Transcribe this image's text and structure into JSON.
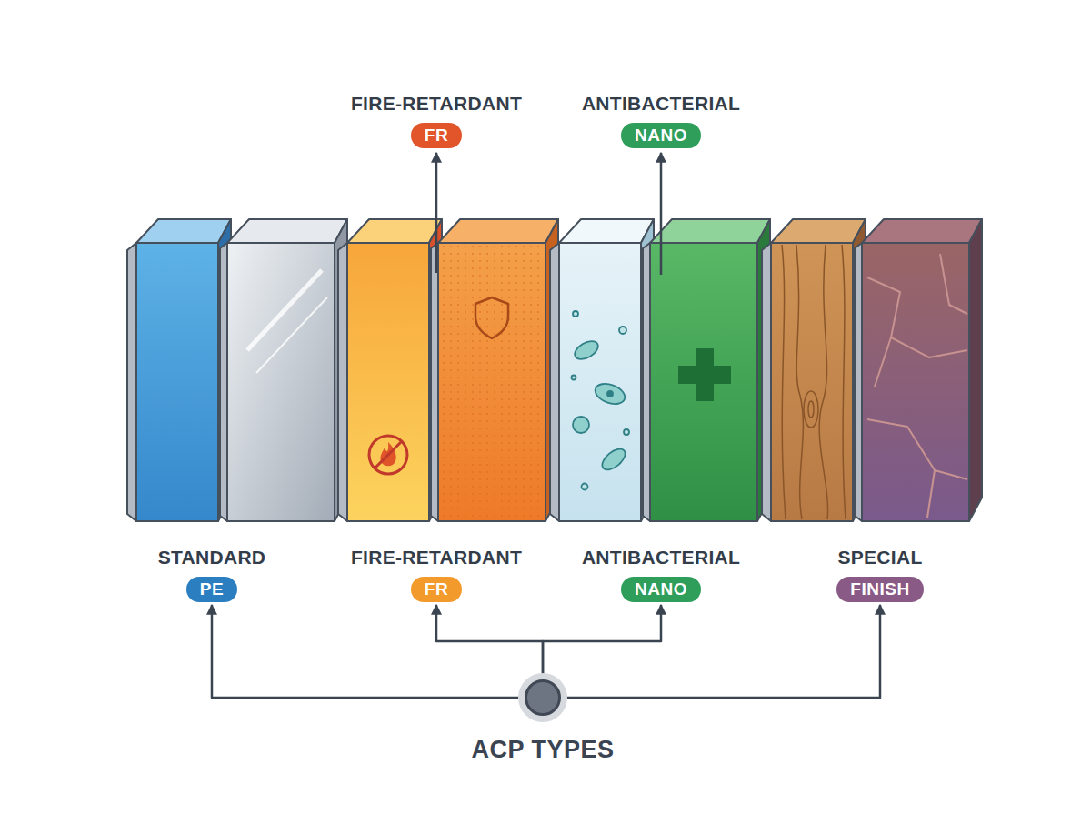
{
  "diagram": {
    "nodes": [
      {
        "text": [
          "FIRE-RETARDANT",
          "FR"
        ]
      },
      {
        "text": [
          "ANTIBACTERIAL",
          "NANO"
        ]
      },
      {
        "text": [
          "STANDARD",
          "PE"
        ]
      },
      {
        "text": [
          "FIRE-RETARDANT",
          "FR"
        ]
      },
      {
        "text": [
          "ANTIBACTERIAL",
          "NANO"
        ]
      },
      {
        "text": [
          "SPECIAL",
          "FINISH"
        ]
      },
      {
        "text": [
          "ACP TYPES"
        ]
      }
    ],
    "edges": [
      {
        "from": 6,
        "to": 2,
        "arrow": "to"
      },
      {
        "from": 6,
        "to": 3,
        "arrow": "to"
      },
      {
        "from": 6,
        "to": 4,
        "arrow": "to"
      },
      {
        "from": 6,
        "to": 5,
        "arrow": "to"
      }
    ]
  }
}
